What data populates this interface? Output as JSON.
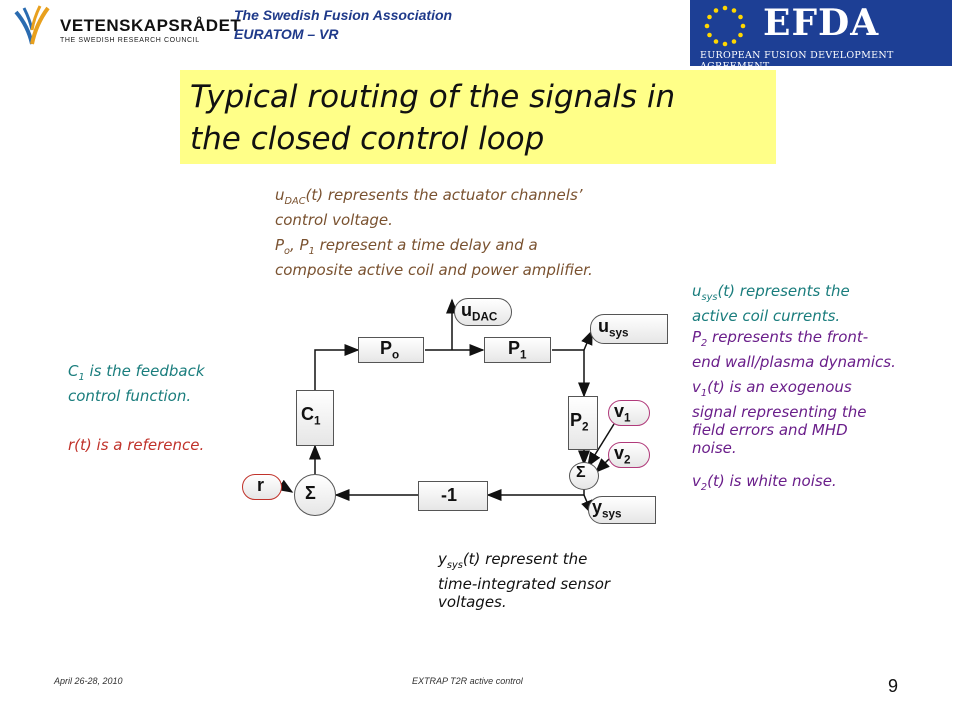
{
  "header": {
    "org_line1": "The Swedish Fusion Association",
    "org_line2": "EURATOM – VR",
    "vr_name": "VETENSKAPSRÅDET",
    "vr_sub": "THE SWEDISH RESEARCH COUNCIL",
    "efda_name": "EFDA",
    "efda_sub": "EUROPEAN FUSION DEVELOPMENT AGREEMENT"
  },
  "title": {
    "line1": "Typical routing of the signals in",
    "line2": "the closed control loop"
  },
  "notes": {
    "udac": {
      "sym": "u",
      "sub": "DAC",
      "rest1": "(t) represents the actuator channels’",
      "line2": "control voltage."
    },
    "p01": {
      "a": "P",
      "a_sub": "o",
      "b": ", P",
      "b_sub": "1",
      "rest1": " represent a time delay and a",
      "line2": "composite active coil and power amplifier."
    },
    "usys": {
      "sym": "u",
      "sub": "sys",
      "rest1": "(t) represents the",
      "line2": "active coil currents."
    },
    "p2": {
      "sym": "P",
      "sub": "2",
      "rest1": " represents the front-",
      "line2": "end wall/plasma dynamics."
    },
    "v1": {
      "sym": "v",
      "sub": "1",
      "rest1": "(t) is an exogenous",
      "line2": "signal representing the",
      "line3": "field errors and MHD",
      "line4": "noise."
    },
    "v2": {
      "sym": "v",
      "sub": "2",
      "rest1": "(t) is white noise."
    },
    "c1": {
      "sym": "C",
      "sub": "1",
      "rest1": " is the feedback",
      "line2": "control function."
    },
    "r": {
      "text": "r(t) is a reference."
    },
    "ysys": {
      "sym": "y",
      "sub": "sys",
      "rest1": "(t) represent the",
      "line2": "time-integrated sensor",
      "line3": "voltages."
    }
  },
  "diagram": {
    "p0": {
      "sym": "P",
      "sub": "o"
    },
    "p1": {
      "sym": "P",
      "sub": "1"
    },
    "p2": {
      "sym": "P",
      "sub": "2"
    },
    "c1": {
      "sym": "C",
      "sub": "1"
    },
    "udac": {
      "sym": "u",
      "sub": "DAC"
    },
    "usys": {
      "sym": "u",
      "sub": "sys"
    },
    "ysys": {
      "sym": "y",
      "sub": "sys"
    },
    "v1": {
      "sym": "v",
      "sub": "1"
    },
    "v2": {
      "sym": "v",
      "sub": "2"
    },
    "r": "r",
    "sum_left": "Σ",
    "sum_right": "Σ",
    "neg": "-1"
  },
  "footer": {
    "date": "April 26-28, 2010",
    "event": "EXTRAP T2R active control",
    "page": "9"
  },
  "colors": {
    "title_bg": "#ffff88",
    "efda_blue": "#1d3f95",
    "brown": "#7a5230",
    "teal": "#1a7d7d",
    "red": "#c0322a",
    "purple": "#6a1e8a"
  }
}
